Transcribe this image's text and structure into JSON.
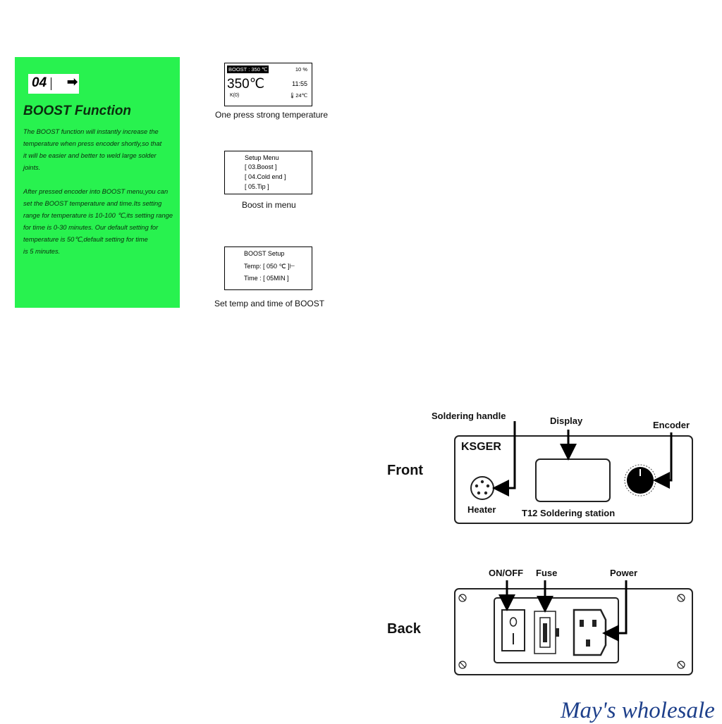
{
  "panel": {
    "step_number": "04",
    "arrow_glyph": "➡",
    "title": "BOOST Function",
    "paragraph1_lines": [
      "The BOOST function will instantly increase the",
      "temperature when press encoder shortly,so that",
      "it will be easier and better to weld large solder",
      "joints."
    ],
    "paragraph2_lines": [
      "After pressed encoder into BOOST menu,you can",
      "set the BOOST temperature and time.Its setting",
      "range for temperature is 10-100 ℃,its setting range",
      "for time is 0-30 minutes. Our default setting for",
      "temperature is 50℃,default setting for time",
      "is 5 minutes."
    ],
    "background_color": "#28f24f"
  },
  "screens": {
    "screen1": {
      "status_bar": "BOOST : 350 ℃",
      "percent": "10 %",
      "temperature": "350℃",
      "time": "11:55",
      "tip_type": "K(0)",
      "ambient": "🌡24℃",
      "caption": "One press strong temperature"
    },
    "screen2": {
      "lines": [
        "Setup   Menu",
        "[ 03.Boost      ]",
        "[ 04.Cold end ]",
        "[ 05.Tip          ]"
      ],
      "caption": "Boost in menu"
    },
    "screen3": {
      "lines": [
        "BOOST  Setup",
        "Temp: [ 050 ℃ ]⊢",
        "Time : [ 05MIN ]"
      ],
      "caption": "Set temp and time of BOOST"
    }
  },
  "front_panel": {
    "side_label": "Front",
    "brand": "KSGER",
    "callout_handle": "Soldering handle",
    "callout_display": "Display",
    "callout_encoder": "Encoder",
    "heater_label": "Heater",
    "station_label": "T12 Soldering station"
  },
  "back_panel": {
    "side_label": "Back",
    "callout_switch": "ON/OFF",
    "callout_fuse": "Fuse",
    "callout_power": "Power"
  },
  "watermark": "May's wholesale"
}
